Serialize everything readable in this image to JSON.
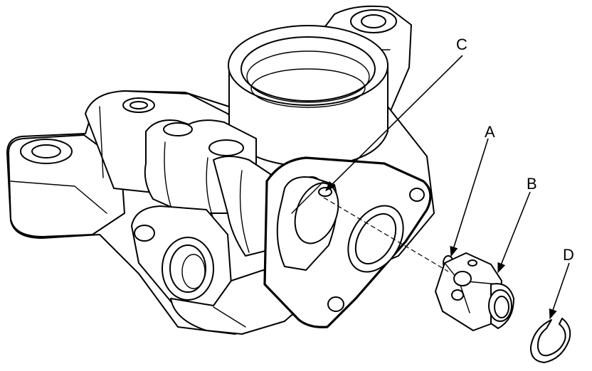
{
  "callouts": {
    "a": "A",
    "b": "B",
    "c": "C",
    "d": "D"
  },
  "colors": {
    "ink": "#000000",
    "paper": "#ffffff"
  },
  "icons": [
    "arrow-head-icon"
  ]
}
